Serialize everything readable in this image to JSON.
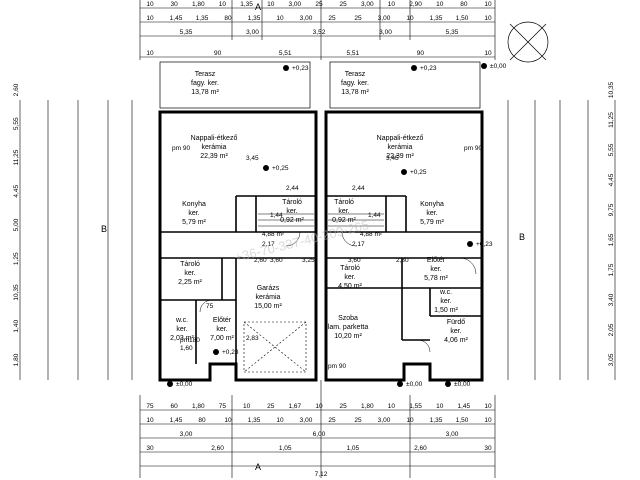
{
  "rooms": [
    {
      "id": "terrace-left",
      "lines": [
        "Terasz",
        "fagy.  ker.",
        "13,78 m²"
      ]
    },
    {
      "id": "terrace-right",
      "lines": [
        "Terasz",
        "fagy.  ker.",
        "13,78 m²"
      ]
    },
    {
      "id": "living-left",
      "lines": [
        "Nappali-étkező",
        "kerámia",
        "22,39 m²"
      ]
    },
    {
      "id": "living-right",
      "lines": [
        "Nappali-étkező",
        "kerámia",
        "22,39 m²"
      ]
    },
    {
      "id": "kitchen-left",
      "lines": [
        "Konyha",
        "ker.",
        "5,79 m²"
      ]
    },
    {
      "id": "kitchen-right",
      "lines": [
        "Konyha",
        "ker.",
        "5,79 m²"
      ]
    },
    {
      "id": "storage-small-left",
      "lines": [
        "Tároló",
        "ker.",
        "0,92 m²"
      ]
    },
    {
      "id": "storage-small-right",
      "lines": [
        "Tároló",
        "ker.",
        "0,92 m²"
      ]
    },
    {
      "id": "storage-left",
      "lines": [
        "Tároló",
        "ker.",
        "2,25 m²"
      ]
    },
    {
      "id": "storage-right",
      "lines": [
        "Tároló",
        "ker.",
        "4,50 m²"
      ]
    },
    {
      "id": "garage",
      "lines": [
        "Garázs",
        "kerámia",
        "15,00 m²"
      ]
    },
    {
      "id": "wc-left",
      "lines": [
        "w.c.",
        "ker.",
        "2,03 m²"
      ]
    },
    {
      "id": "hall-left",
      "lines": [
        "Előtér",
        "ker.",
        "7,00 m²"
      ]
    },
    {
      "id": "room-right",
      "lines": [
        "Szoba",
        "lam. parketta",
        "10,20 m²"
      ]
    },
    {
      "id": "hall-right",
      "lines": [
        "Előtér",
        "ker.",
        "5,78 m²"
      ]
    },
    {
      "id": "wc-right",
      "lines": [
        "w.c.",
        "ker.",
        "1,50 m²"
      ]
    },
    {
      "id": "bath-right",
      "lines": [
        "Fürdő",
        "ker.",
        "4,06 m²"
      ]
    }
  ],
  "levels": [
    "+0,23",
    "+0,23",
    "±0,00",
    "+0,25",
    "+0,25",
    "+0,23",
    "+0,23",
    "±0,00",
    "±0,00",
    "±0,00"
  ],
  "dims": {
    "top_row1": [
      "10",
      "30",
      "1,80",
      "10",
      "1,35",
      "10",
      "3,00",
      "25",
      "25",
      "3,00",
      "10",
      "2,90",
      "10",
      "80",
      "10"
    ],
    "top_row2": [
      "10",
      "1,45",
      "1,35",
      "80",
      "1,35",
      "10",
      "3,00",
      "25",
      "25",
      "3,00",
      "10",
      "1,35",
      "1,50",
      "10"
    ],
    "top_row3": [
      "5,35",
      "3,00",
      "3,52",
      "3,00",
      "5,35"
    ],
    "top_row4": [
      "10",
      "90",
      "5,51",
      "5,51",
      "90",
      "10"
    ],
    "bot_row1": [
      "75",
      "60",
      "1,80",
      "75",
      "10",
      "25",
      "1,67",
      "10",
      "25",
      "1,80",
      "10",
      "1,55",
      "10",
      "1,45",
      "10"
    ],
    "bot_row2": [
      "10",
      "1,45",
      "80",
      "10",
      "1,35",
      "10",
      "3,00",
      "25",
      "25",
      "3,00",
      "10",
      "1,35",
      "1,50",
      "10"
    ],
    "bot_row3": [
      "3,00",
      "6,00",
      "3,00"
    ],
    "bot_row4": [
      "30",
      "2,60",
      "1,05",
      "1,05",
      "2,60",
      "30"
    ],
    "bot_total": "7,12",
    "interior": [
      "3,45",
      "3,45",
      "2,44",
      "2,44",
      "1,44",
      "1,44",
      "4,88 m²",
      "4,88 m²",
      "2,17",
      "2,17",
      "3,60",
      "3,60",
      "2,30",
      "2,60",
      "75",
      "1,60",
      "pm 90",
      "pm 90",
      "pm 90",
      "pm180",
      "2,83",
      "3,25"
    ],
    "left_side": [
      "2,60",
      "5,55",
      "11,25",
      "4,45",
      "5,00",
      "1,25",
      "10,35",
      "1,40",
      "1,80"
    ],
    "right_side": [
      "10,35",
      "11,25",
      "5,55",
      "4,45",
      "9,75",
      "1,65",
      "1,75",
      "3,40",
      "2,05",
      "3,05"
    ]
  },
  "axis_labels": [
    "B",
    "B",
    "A",
    "A"
  ],
  "watermark": "+36-70-337-40-209-265"
}
